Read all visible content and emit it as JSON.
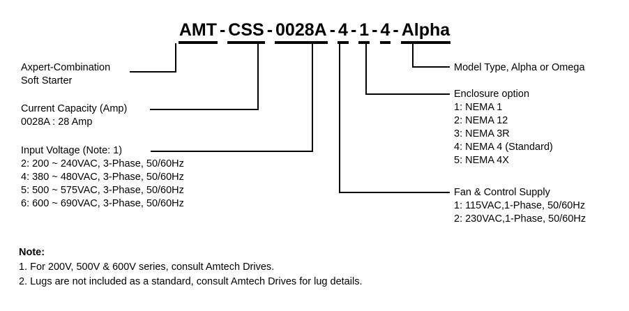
{
  "part_number": {
    "segments": [
      {
        "text": "AMT",
        "underlined": true
      },
      {
        "text": "-",
        "underlined": false
      },
      {
        "text": "CSS",
        "underlined": true
      },
      {
        "text": "-",
        "underlined": false
      },
      {
        "text": "0028A",
        "underlined": true
      },
      {
        "text": "-",
        "underlined": false
      },
      {
        "text": "4",
        "underlined": true
      },
      {
        "text": "-",
        "underlined": false
      },
      {
        "text": "1",
        "underlined": true
      },
      {
        "text": "-",
        "underlined": false
      },
      {
        "text": "4",
        "underlined": true
      },
      {
        "text": "-",
        "underlined": false
      },
      {
        "text": "Alpha",
        "underlined": true
      }
    ],
    "full": "AMT - CSS - 0028A - 4 - 1 - 4 - Alpha"
  },
  "left_callouts": [
    {
      "id": "series",
      "lines": [
        "Axpert-Combination",
        "Soft Starter"
      ]
    },
    {
      "id": "current-capacity",
      "lines": [
        "Current Capacity (Amp)",
        "0028A : 28 Amp"
      ]
    },
    {
      "id": "input-voltage",
      "lines": [
        "Input Voltage (Note: 1)",
        "2: 200 ~ 240VAC, 3-Phase, 50/60Hz",
        "4: 380 ~ 480VAC, 3-Phase, 50/60Hz",
        "5: 500 ~ 575VAC, 3-Phase, 50/60Hz",
        "6: 600 ~ 690VAC, 3-Phase, 50/60Hz"
      ]
    }
  ],
  "right_callouts": [
    {
      "id": "model-type",
      "lines": [
        "Model Type, Alpha or Omega"
      ]
    },
    {
      "id": "enclosure-option",
      "lines": [
        "Enclosure option",
        "1: NEMA 1",
        "2: NEMA 12",
        "3: NEMA 3R",
        "4: NEMA 4 (Standard)",
        "5: NEMA 4X"
      ]
    },
    {
      "id": "fan-control-supply",
      "lines": [
        "Fan & Control Supply",
        "1: 115VAC,1-Phase, 50/60Hz",
        "2: 230VAC,1-Phase, 50/60Hz"
      ]
    }
  ],
  "notes": {
    "title": "Note:",
    "items": [
      "1. For 200V, 500V & 600V series, consult Amtech Drives.",
      "2. Lugs are not included as a standard, consult Amtech Drives for lug details."
    ]
  },
  "colors": {
    "background": "#ffffff",
    "text": "#000000",
    "line": "#000000"
  }
}
